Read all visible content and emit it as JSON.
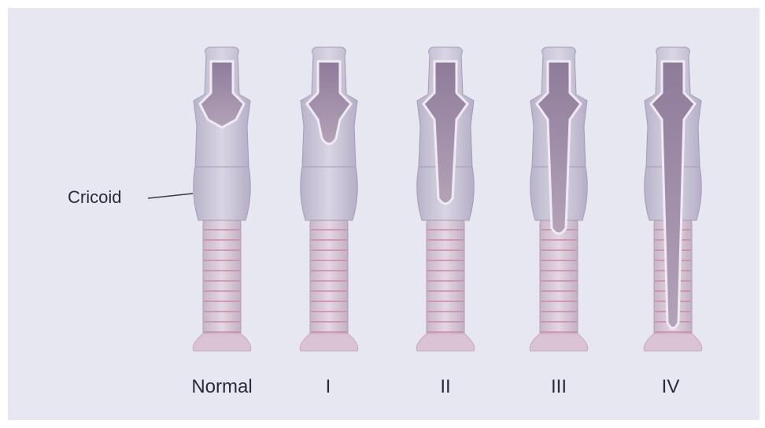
{
  "labels": {
    "cricoid": "Cricoid"
  },
  "stages": [
    {
      "label": "Normal"
    },
    {
      "label": "I"
    },
    {
      "label": "II"
    },
    {
      "label": "III"
    },
    {
      "label": "IV"
    }
  ],
  "colors": {
    "background": "#e6e7f1",
    "tissue": "#cfcbdc",
    "tissue_shadow": "#a8a1b8",
    "lumen": "#9d8ba6",
    "ring_line": "#c98aa6",
    "tracheal_body": "#d8c9d9"
  }
}
